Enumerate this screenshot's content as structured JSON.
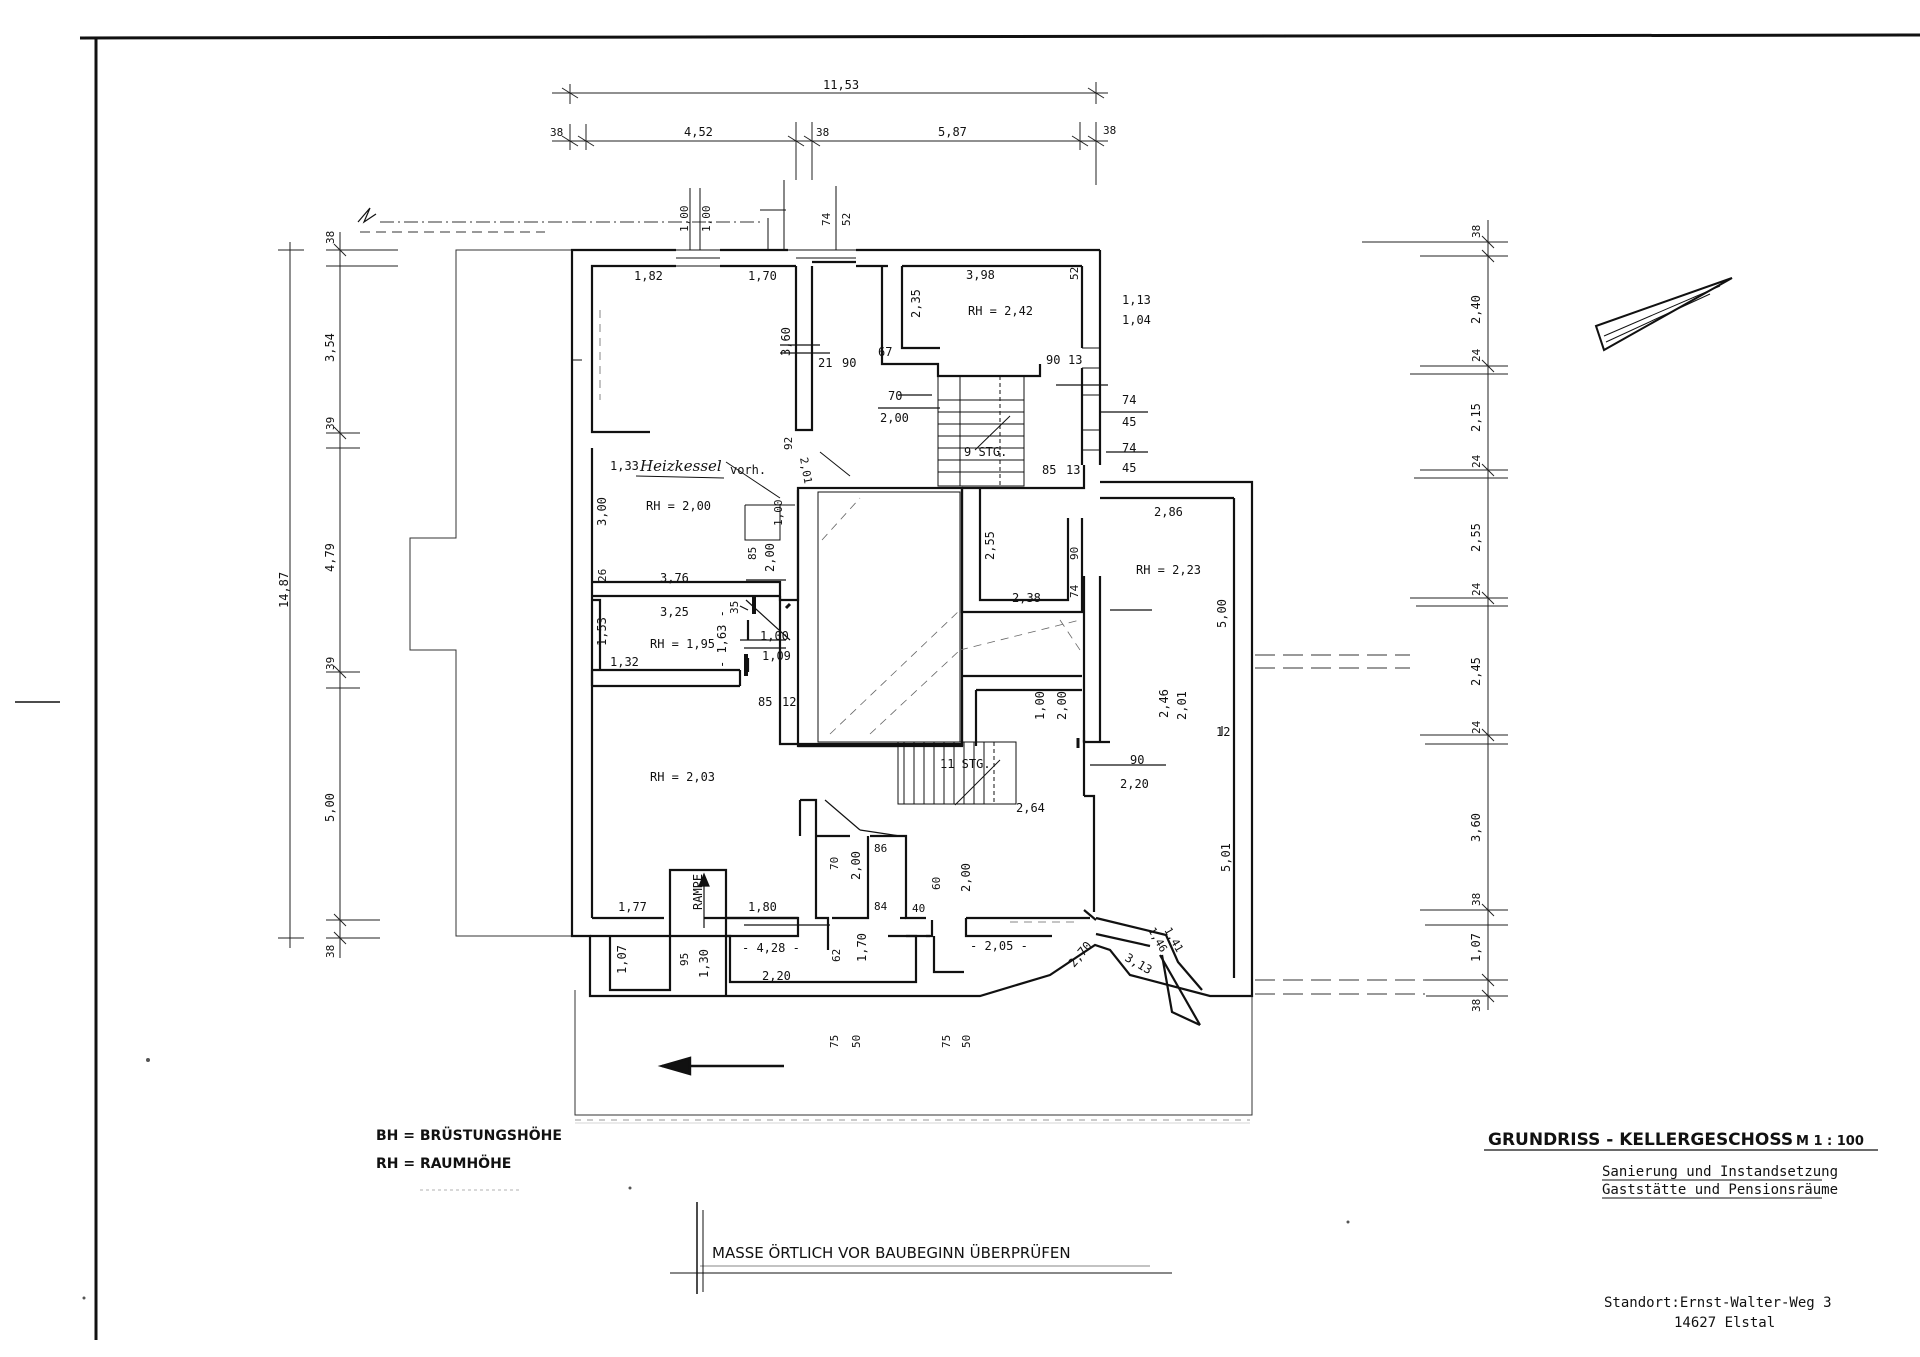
{
  "top_dims": {
    "overall": "11,53",
    "left_wall": "38",
    "left_span": "4,52",
    "mid_wall": "38",
    "right_span": "5,87",
    "right_wall": "38"
  },
  "left_dims": {
    "total": "14,87",
    "segments": [
      "38",
      "3,54",
      "39",
      "4,79",
      "39",
      "5,00",
      "38"
    ]
  },
  "right_dims": {
    "segments": [
      "38",
      "2,40",
      "24",
      "2,15",
      "24",
      "2,55",
      "24",
      "2,45",
      "24",
      "3,60",
      "38",
      "1,07",
      "38"
    ]
  },
  "room_labels": [
    {
      "id": "l1",
      "text": "1,82"
    },
    {
      "id": "l2",
      "text": "1,70"
    },
    {
      "id": "l3",
      "text": "3,60"
    },
    {
      "id": "l4",
      "text": "1,00"
    },
    {
      "id": "l5",
      "text": "1,00"
    },
    {
      "id": "l6",
      "text": "74"
    },
    {
      "id": "l7",
      "text": "52"
    },
    {
      "id": "l8",
      "text": "3,98"
    },
    {
      "id": "l9",
      "text": "52"
    },
    {
      "id": "l10",
      "text": "RH = 2,42"
    },
    {
      "id": "l11",
      "text": "2,35"
    },
    {
      "id": "l12",
      "text": "1,13"
    },
    {
      "id": "l13",
      "text": "1,04"
    },
    {
      "id": "l14",
      "text": "21"
    },
    {
      "id": "l15",
      "text": "90"
    },
    {
      "id": "l16",
      "text": "67"
    },
    {
      "id": "l17",
      "text": "90"
    },
    {
      "id": "l18",
      "text": "13"
    },
    {
      "id": "l19",
      "text": "70"
    },
    {
      "id": "l20",
      "text": "2,00"
    },
    {
      "id": "l21",
      "text": "74"
    },
    {
      "id": "l22",
      "text": "45"
    },
    {
      "id": "l23",
      "text": "74"
    },
    {
      "id": "l24",
      "text": "45"
    },
    {
      "id": "l25",
      "text": "9 STG."
    },
    {
      "id": "l26",
      "text": "85"
    },
    {
      "id": "l27",
      "text": "13"
    },
    {
      "id": "l28",
      "text": "1,33"
    },
    {
      "id": "l30",
      "text": "vorh."
    },
    {
      "id": "l31",
      "text": "92"
    },
    {
      "id": "l32",
      "text": "2,01"
    },
    {
      "id": "l33",
      "text": "RH = 2,00"
    },
    {
      "id": "l34",
      "text": "3,00"
    },
    {
      "id": "l35",
      "text": "1,00"
    },
    {
      "id": "l36",
      "text": "85"
    },
    {
      "id": "l37",
      "text": "2,00"
    },
    {
      "id": "l38",
      "text": "26"
    },
    {
      "id": "l39",
      "text": "3,76"
    },
    {
      "id": "l40",
      "text": "2,86"
    },
    {
      "id": "l41",
      "text": "RH = 2,23"
    },
    {
      "id": "l42",
      "text": "2,55"
    },
    {
      "id": "l43",
      "text": "90"
    },
    {
      "id": "l44",
      "text": "74"
    },
    {
      "id": "l45",
      "text": "2,38"
    },
    {
      "id": "l46",
      "text": "3,25"
    },
    {
      "id": "l47",
      "text": "35"
    },
    {
      "id": "l48",
      "text": "1,53"
    },
    {
      "id": "l49",
      "text": "RH = 1,95"
    },
    {
      "id": "l50",
      "text": "- 1,63 -"
    },
    {
      "id": "l51",
      "text": "1,00"
    },
    {
      "id": "l52",
      "text": "1,09"
    },
    {
      "id": "l53",
      "text": "1,32"
    },
    {
      "id": "l54",
      "text": "5,00"
    },
    {
      "id": "l55",
      "text": "85"
    },
    {
      "id": "l56",
      "text": "12"
    },
    {
      "id": "l57",
      "text": "1,00"
    },
    {
      "id": "l58",
      "text": "2,00"
    },
    {
      "id": "l59",
      "text": "2,46"
    },
    {
      "id": "l60",
      "text": "2,01"
    },
    {
      "id": "l61",
      "text": "12"
    },
    {
      "id": "l62",
      "text": "RH = 2,03"
    },
    {
      "id": "l63",
      "text": "11 STG."
    },
    {
      "id": "l64",
      "text": "90"
    },
    {
      "id": "l65",
      "text": "2,20"
    },
    {
      "id": "l66",
      "text": "2,64"
    },
    {
      "id": "l67",
      "text": "70"
    },
    {
      "id": "l68",
      "text": "2,00"
    },
    {
      "id": "l69",
      "text": "86"
    },
    {
      "id": "l70",
      "text": "84"
    },
    {
      "id": "l71",
      "text": "60"
    },
    {
      "id": "l72",
      "text": "2,00"
    },
    {
      "id": "l73",
      "text": "40"
    },
    {
      "id": "l74",
      "text": "5,01"
    },
    {
      "id": "l75",
      "text": "1,77"
    },
    {
      "id": "l76",
      "text": "1,80"
    },
    {
      "id": "l78",
      "text": "- 4,28 -"
    },
    {
      "id": "l79",
      "text": "62"
    },
    {
      "id": "l80",
      "text": "1,70"
    },
    {
      "id": "l81",
      "text": "2,20"
    },
    {
      "id": "l82",
      "text": "- 2,05 -"
    },
    {
      "id": "l83",
      "text": "2,70"
    },
    {
      "id": "l84",
      "text": "3,13"
    },
    {
      "id": "l85",
      "text": "1,07"
    },
    {
      "id": "l86",
      "text": "95"
    },
    {
      "id": "l87",
      "text": "1,30"
    },
    {
      "id": "l88",
      "text": "75"
    },
    {
      "id": "l89",
      "text": "50"
    },
    {
      "id": "l90",
      "text": "75"
    },
    {
      "id": "l91",
      "text": "50"
    },
    {
      "id": "l92",
      "text": "1,46"
    },
    {
      "id": "l93",
      "text": "1,41"
    }
  ],
  "handwritten_note": "Heizkessel",
  "ramp_label": "RAMPE",
  "legend": {
    "bh": "BH = BRÜSTUNGSHÖHE",
    "rh": "RH = RAUMHÖHE"
  },
  "notice": "MASSE ÖRTLICH VOR BAUBEGINN ÜBERPRÜFEN",
  "title_block": {
    "title": "GRUNDRISS - KELLERGESCHOSS",
    "scale": "M 1 : 100",
    "sub1": "Sanierung und Instandsetzung",
    "sub2": "Gaststätte und Pensionsräume",
    "location1": "Standort:Ernst-Walter-Weg 3",
    "location2": "14627 Elstal"
  }
}
